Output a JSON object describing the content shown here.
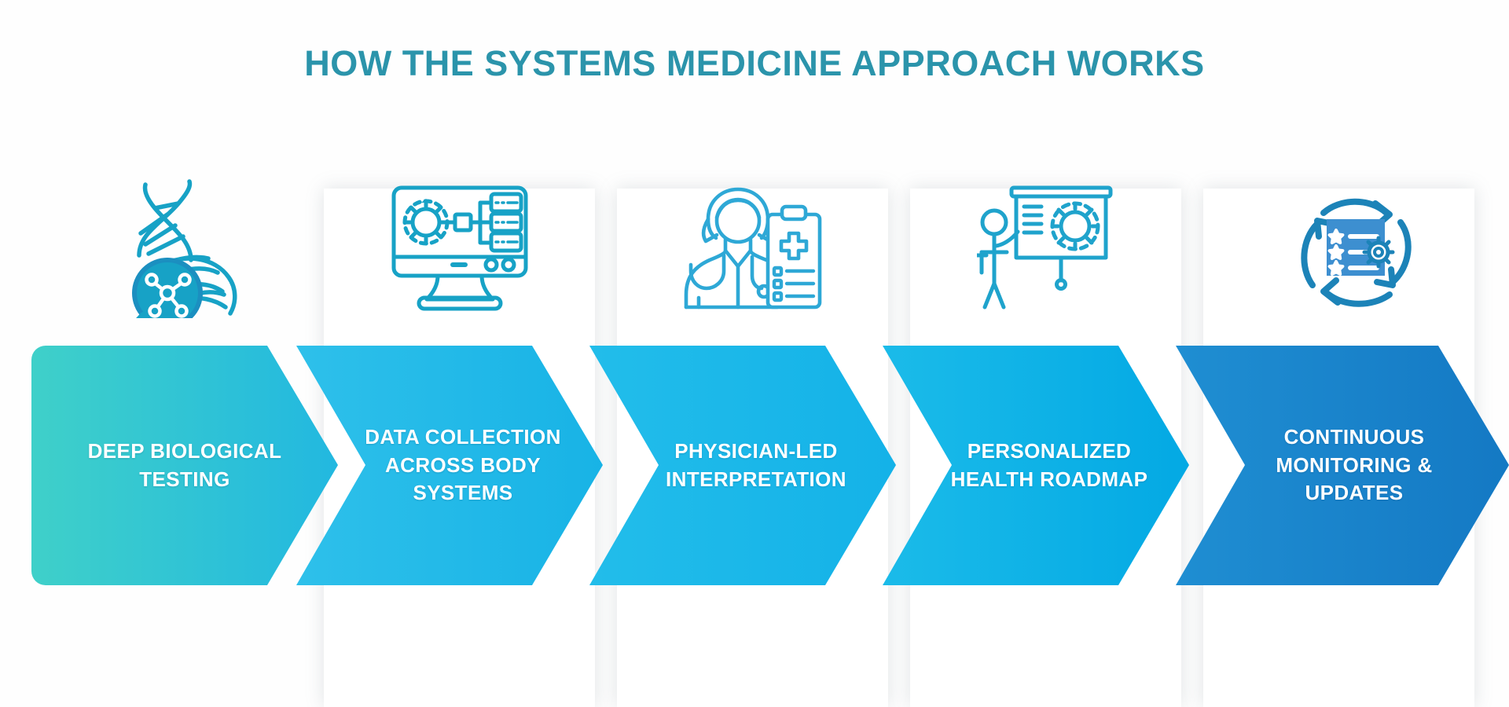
{
  "page": {
    "title": "HOW THE SYSTEMS MEDICINE APPROACH WORKS",
    "background_color": "#ffffff",
    "title_color": "#2b94ab",
    "icon_color": "#17a2c6"
  },
  "steps": [
    {
      "index": "1",
      "label": "DEEP BIOLOGICAL\nTESTING",
      "icon": "dna-magnifier-icon",
      "color_start": "#3fd0c9",
      "color_end": "#22b8e0"
    },
    {
      "index": "2",
      "label": "DATA COLLECTION\nACROSS BODY\nSYSTEMS",
      "icon": "monitor-servers-gear-icon",
      "color_start": "#2ec0ea",
      "color_end": "#18b3e6"
    },
    {
      "index": "3",
      "label": "PHYSICIAN-LED\nINTERPRETATION",
      "icon": "doctor-clipboard-icon",
      "color_start": "#22bdea",
      "color_end": "#14b2e8"
    },
    {
      "index": "4",
      "label": "PERSONALIZED\nHEALTH ROADMAP",
      "icon": "presenter-board-gear-icon",
      "color_start": "#1bbbe9",
      "color_end": "#03a9e4"
    },
    {
      "index": "5",
      "label": "CONTINUOUS\nMONITORING &\nUPDATES",
      "icon": "refresh-cycle-checklist-icon",
      "color_start": "#1f8ed2",
      "color_end": "#1479c4"
    }
  ]
}
